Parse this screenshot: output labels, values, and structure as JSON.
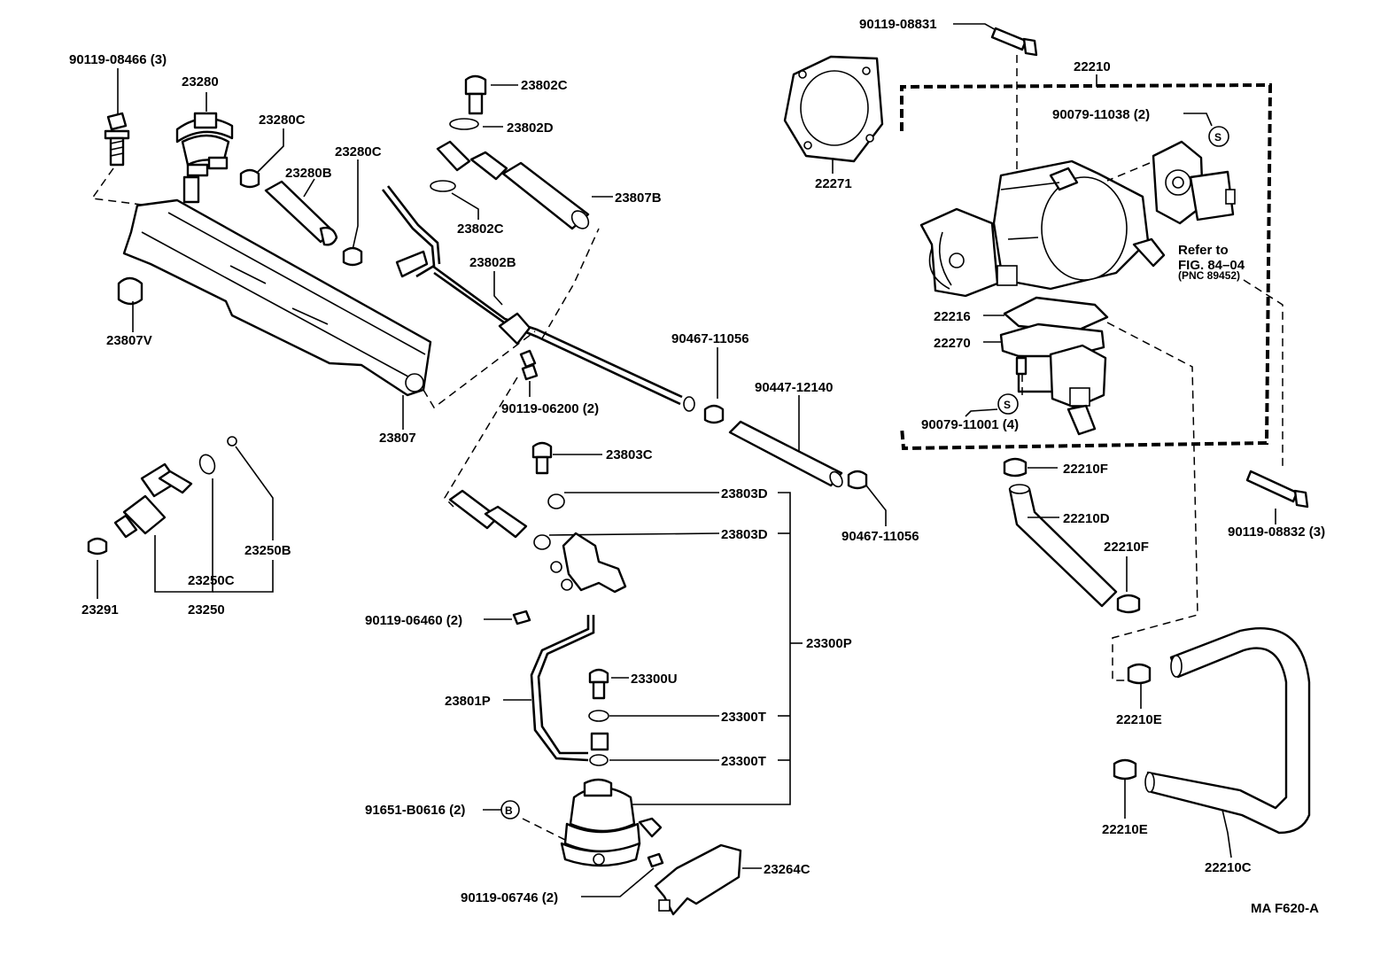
{
  "diagram": {
    "figure_code": "MA F620-A",
    "labels": {
      "p_90119_08466": "90119-08466 (3)",
      "p_23280": "23280",
      "p_23280c_a": "23280C",
      "p_23280b": "23280B",
      "p_23280c_b": "23280C",
      "p_23807v": "23807V",
      "p_23807": "23807",
      "p_23802c_a": "23802C",
      "p_23802d": "23802D",
      "p_23802c_b": "23802C",
      "p_23807b": "23807B",
      "p_23802b": "23802B",
      "p_90119_06200": "90119-06200 (2)",
      "p_90467_11056_a": "90467-11056",
      "p_90447_12140": "90447-12140",
      "p_90467_11056_b": "90467-11056",
      "p_23250b": "23250B",
      "p_23250c": "23250C",
      "p_23250": "23250",
      "p_23291": "23291",
      "p_23803c": "23803C",
      "p_23803d_a": "23803D",
      "p_23803d_b": "23803D",
      "p_90119_06460": "90119-06460 (2)",
      "p_23300p": "23300P",
      "p_23300u": "23300U",
      "p_23801p": "23801P",
      "p_23300t_a": "23300T",
      "p_23300t_b": "23300T",
      "p_91651_b0616": "91651-B0616 (2)",
      "p_23264c": "23264C",
      "p_90119_06746": "90119-06746 (2)",
      "p_90119_08831": "90119-08831",
      "p_22210": "22210",
      "p_22271": "22271",
      "p_90079_11038": "90079-11038 (2)",
      "refer_line1": "Refer to",
      "refer_line2": "FIG. 84–04",
      "refer_line3": "(PNC 89452)",
      "p_22216": "22216",
      "p_22270": "22270",
      "p_90079_11001": "90079-11001 (4)",
      "p_22210f_a": "22210F",
      "p_22210d": "22210D",
      "p_22210f_b": "22210F",
      "p_90119_08832": "90119-08832 (3)",
      "p_22210e_a": "22210E",
      "p_22210e_b": "22210E",
      "p_22210c": "22210C"
    },
    "symbols": {
      "s": "S",
      "b": "B"
    }
  }
}
